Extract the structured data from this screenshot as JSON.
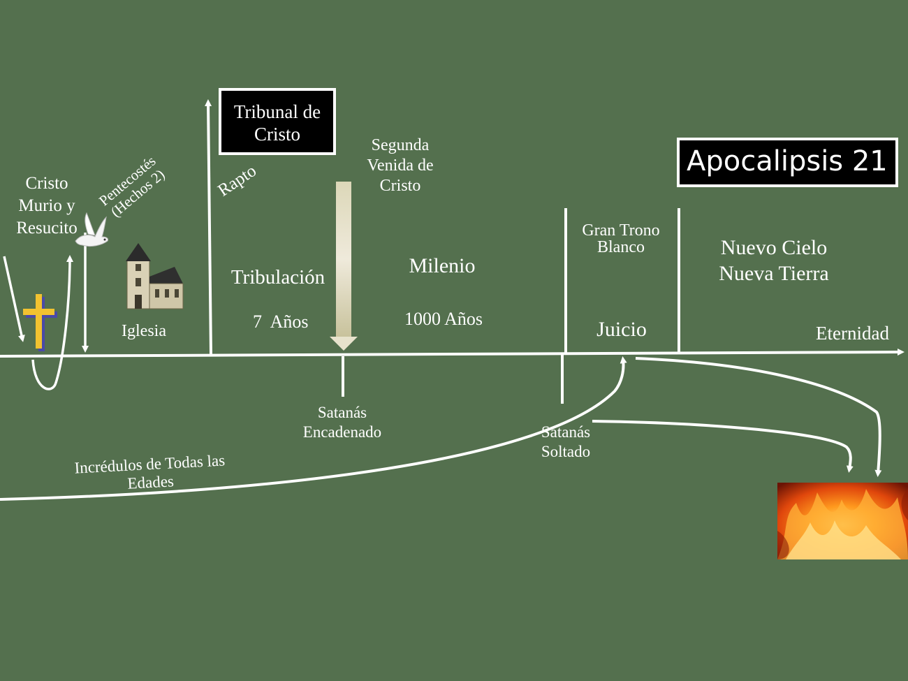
{
  "title_box": "Apocalipsis 21",
  "tribunal_box": [
    "Tribunal de",
    "Cristo"
  ],
  "labels": {
    "cristo": [
      "Cristo",
      "Murio y",
      "Resucito"
    ],
    "pentecostes": [
      "Pentecostés",
      "(Hechos 2)"
    ],
    "rapto": "Rapto",
    "iglesia": "Iglesia",
    "tribulacion": "Tribulación",
    "siete_anos": "7  Años",
    "segunda_venida": [
      "Segunda",
      "Venida de",
      "Cristo"
    ],
    "milenio": "Milenio",
    "mil_anos": "1000 Años",
    "gran_trono": [
      "Gran Trono",
      "Blanco"
    ],
    "juicio": "Juicio",
    "nuevo_cielo": [
      "Nuevo Cielo",
      "Nueva Tierra"
    ],
    "eternidad": "Eternidad",
    "satanas_encadenado": [
      "Satanás",
      "Encadenado"
    ],
    "satanas_soltado": [
      "Satanás",
      "Soltado"
    ],
    "incredulos": [
      "Incrédulos de Todas las",
      "Edades"
    ]
  },
  "icons": [
    "cross-icon",
    "dove-icon",
    "church-icon",
    "fire-image"
  ],
  "colors": {
    "background": "#54704e",
    "lines": "#ffffff",
    "cross": "#f2c230",
    "cross_shadow": "#4a4aa8"
  }
}
